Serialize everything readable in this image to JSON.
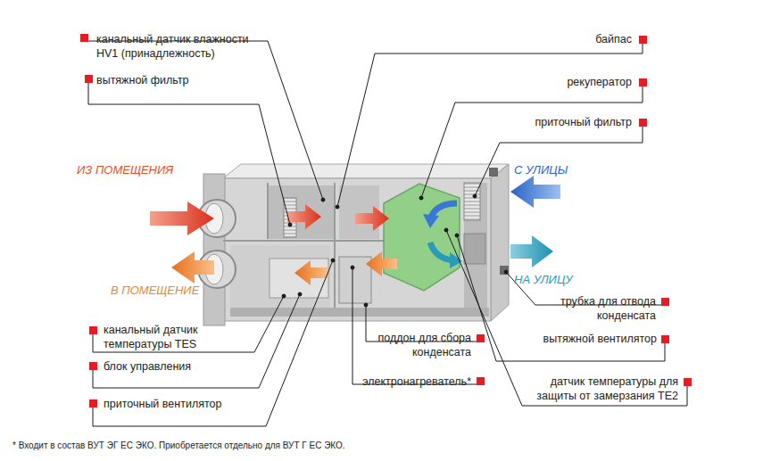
{
  "diagram": {
    "labels": [
      "канальный датчик влажности HV1 (принадлежность)",
      "вытяжной фильтр",
      "байпас",
      "рекуператор",
      "приточный фильтр",
      "С УЛИЦЫ",
      "НА УЛИЦУ",
      "ИЗ ПОМЕЩЕНИЯ",
      "В ПОМЕЩЕНИЕ",
      "трубка для отвода конденсата",
      "вытяжной вентилятор",
      "датчик температуры для защиты от замерзания TE2",
      "канальный датчик температуры TES",
      "блок управления",
      "приточный вентилятор",
      "поддон для сбора конденсата",
      "электронагреватель*",
      "* Входит в состав ВУТ ЭГ ЕС ЭКО. Приобретается отдельно для ВУТ Г ЕС ЭКО."
    ]
  }
}
